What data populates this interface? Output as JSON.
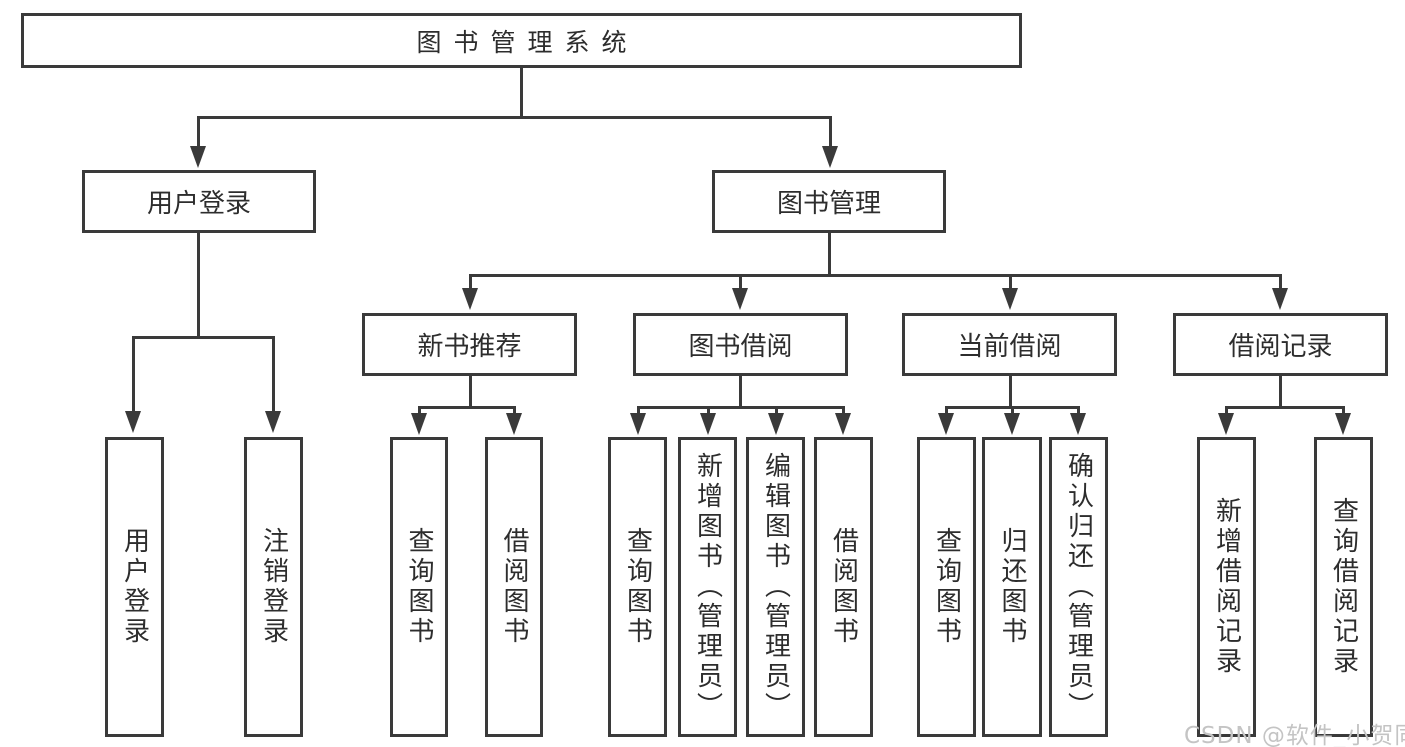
{
  "diagram": {
    "root": {
      "label": "图书管理系统"
    },
    "level1": [
      {
        "label": "用户登录"
      },
      {
        "label": "图书管理"
      }
    ],
    "level2": [
      {
        "label": "新书推荐"
      },
      {
        "label": "图书借阅"
      },
      {
        "label": "当前借阅"
      },
      {
        "label": "借阅记录"
      }
    ],
    "leaves": {
      "user_login": [
        {
          "label": "用户登录"
        },
        {
          "label": "注销登录"
        }
      ],
      "new_book": [
        {
          "label": "查询图书"
        },
        {
          "label": "借阅图书"
        }
      ],
      "book_borrow": [
        {
          "label": "查询图书"
        },
        {
          "label": "新增图书（管理员）"
        },
        {
          "label": "编辑图书（管理员）"
        },
        {
          "label": "借阅图书"
        }
      ],
      "current_borrow": [
        {
          "label": "查询图书"
        },
        {
          "label": "归还图书"
        },
        {
          "label": "确认归还（管理员）"
        }
      ],
      "borrow_record": [
        {
          "label": "新增借阅记录"
        },
        {
          "label": "查询借阅记录"
        }
      ]
    },
    "watermark": {
      "text": "CSDN @软件_小贺同学"
    },
    "colors": {
      "line": "#3a3a3a",
      "text": "#2d2d2d",
      "watermark": "#c4c4c4",
      "background": "#ffffff"
    }
  }
}
